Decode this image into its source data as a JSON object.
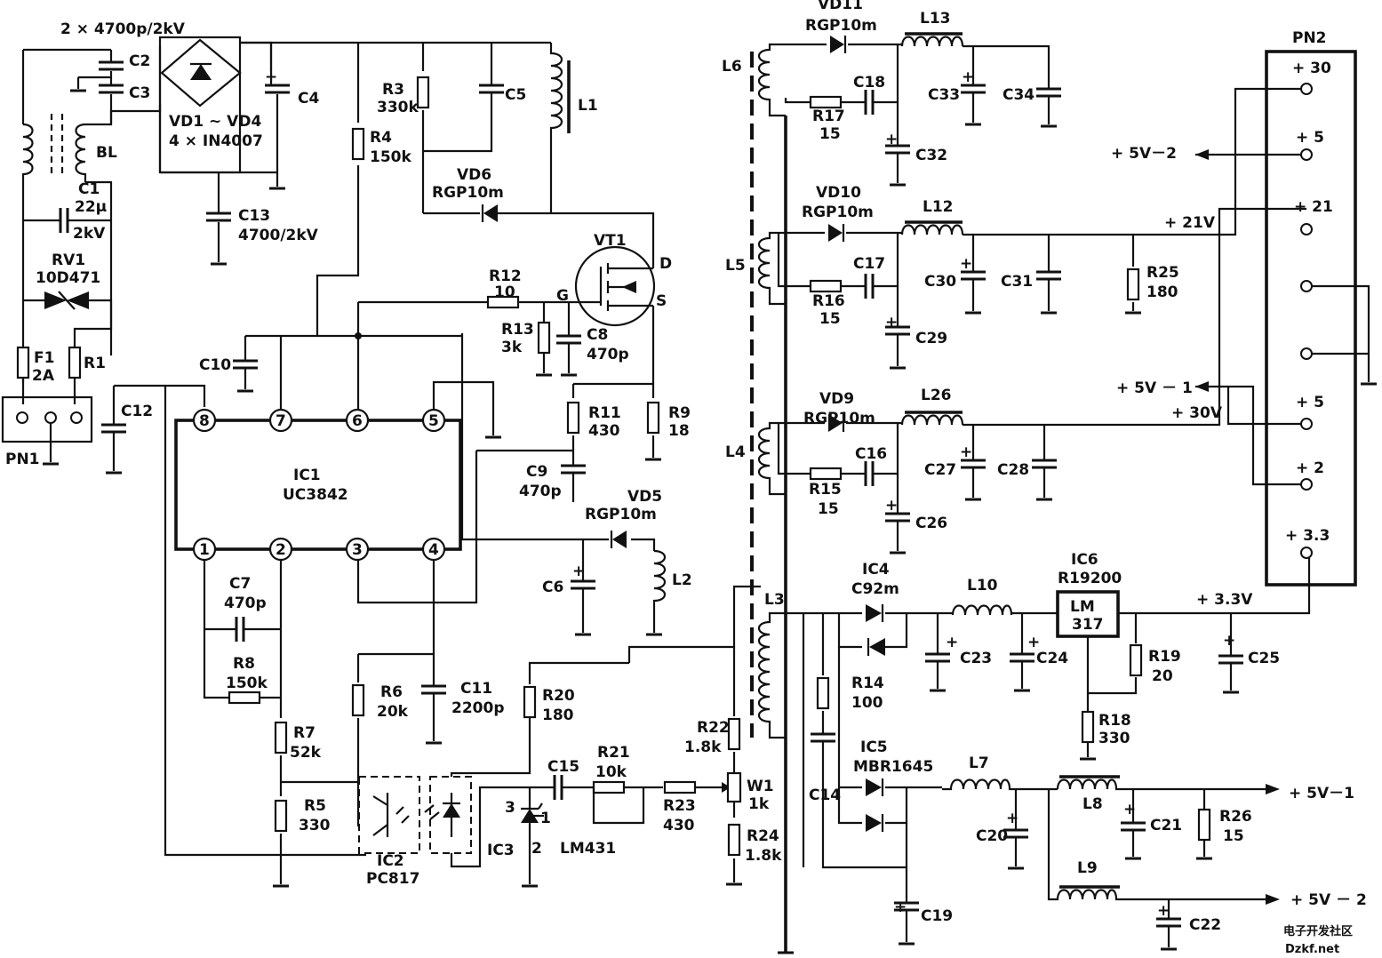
{
  "labels": {
    "cap_c2c3": "2 × 4700p/2kV",
    "C2": "C2",
    "C3": "C3",
    "BL": "BL",
    "C1": "C1",
    "C1_val": "22μ",
    "C1_v": "2kV",
    "RV1": "RV1",
    "RV1_val": "10D471",
    "F1": "F1",
    "F1_val": "2A",
    "R1": "R1",
    "PN1": "PN1",
    "C4": "C4",
    "VD1_4": "VD1 ~ VD4",
    "VD1_4_val": "4 × IN4007",
    "C13": "C13",
    "C13_val": "4700/2kV",
    "R3": "R3",
    "R3_val": "330k",
    "C5": "C5",
    "L1": "L1",
    "R4": "R4",
    "R4_val": "150k",
    "VD6": "VD6",
    "VD6_val": "RGP10m",
    "VT1": "VT1",
    "D": "D",
    "S": "S",
    "G": "G",
    "R12": "R12",
    "R12_val": "10",
    "R13": "R13",
    "R13_val": "3k",
    "C8": "C8",
    "C8_val": "470p",
    "C10": "C10",
    "C12": "C12",
    "R11": "R11",
    "R11_val": "430",
    "R9": "R9",
    "R9_val": "18",
    "C9": "C9",
    "C9_val": "470p",
    "VD5": "VD5",
    "VD5_val": "RGP10m",
    "C6": "C6",
    "L2": "L2",
    "IC1": "IC1",
    "IC1_val": "UC3842",
    "pin8": "8",
    "pin7": "7",
    "pin6": "6",
    "pin5": "5",
    "pin1": "1",
    "pin2": "2",
    "pin3": "3",
    "pin4": "4",
    "C7": "C7",
    "C7_val": "470p",
    "R8": "R8",
    "R8_val": "150k",
    "R7": "R7",
    "R7_val": "52k",
    "R5": "R5",
    "R5_val": "330",
    "R6": "R6",
    "R6_val": "20k",
    "C11": "C11",
    "C11_val": "2200p",
    "R20": "R20",
    "R20_val": "180",
    "IC2": "IC2",
    "IC2_val": "PC817",
    "C15": "C15",
    "R21": "R21",
    "R21_val": "10k",
    "R23": "R23",
    "R23_val": "430",
    "IC3": "IC3",
    "IC3_val": "LM431",
    "ic3_p3": "3",
    "ic3_p1": "1",
    "ic3_p2": "2",
    "R22": "R22",
    "R22_val": "1.8k",
    "W1": "W1",
    "W1_val": "1k",
    "R24": "R24",
    "R24_val": "1.8k",
    "L6": "L6",
    "L5": "L5",
    "L4": "L4",
    "L3": "L3",
    "VD11": "VD11",
    "VD11_val": "RGP10m",
    "L13": "L13",
    "C18": "C18",
    "R17": "R17",
    "R17_val": "15",
    "C33": "C33",
    "C34": "C34",
    "C32": "C32",
    "VD10": "VD10",
    "VD10_val": "RGP10m",
    "L12": "L12",
    "C17": "C17",
    "R16": "R16",
    "R16_val": "15",
    "C30": "C30",
    "C31": "C31",
    "R25": "R25",
    "R25_val": "180",
    "C29": "C29",
    "VD9": "VD9",
    "VD9_val": "RGP10m",
    "L26": "L26",
    "C16": "C16",
    "R15": "R15",
    "R15_val": "15",
    "C27": "C27",
    "C28": "C28",
    "C26": "C26",
    "IC4": "IC4",
    "IC4_val": "C92m",
    "L10": "L10",
    "IC6": "IC6",
    "IC6_val": "R19200",
    "LM": "LM",
    "LM317": "317",
    "C23": "C23",
    "C24": "C24",
    "R19": "R19",
    "R19_val": "20",
    "R18": "R18",
    "R18_val": "330",
    "C25": "C25",
    "R14": "R14",
    "R14_val": "100",
    "C14": "C14",
    "IC5": "IC5",
    "IC5_val": "MBR1645",
    "L7": "L7",
    "L8": "L8",
    "L9": "L9",
    "C20": "C20",
    "C21": "C21",
    "R26": "R26",
    "R26_val": "15",
    "C19": "C19",
    "C22": "C22",
    "PN2": "PN2",
    "pn2_p1": "+ 30",
    "pn2_p2": "+ 5",
    "pn2_p3": "+ 21",
    "pn2_p6": "+ 5",
    "pn2_p7": "+ 2",
    "pn2_p8": "+ 3.3",
    "out_5v2_top": "+ 5V－2",
    "out_21v": "+ 21V",
    "out_5v1_mid": "+ 5V － 1",
    "out_30v": "+ 30V",
    "out_33v": "+ 3.3V",
    "out_5v1": "+ 5V－1",
    "out_5v2": "+ 5V － 2",
    "wm_cn": "电子开发社区",
    "wm_en": "Dzkf.net"
  }
}
